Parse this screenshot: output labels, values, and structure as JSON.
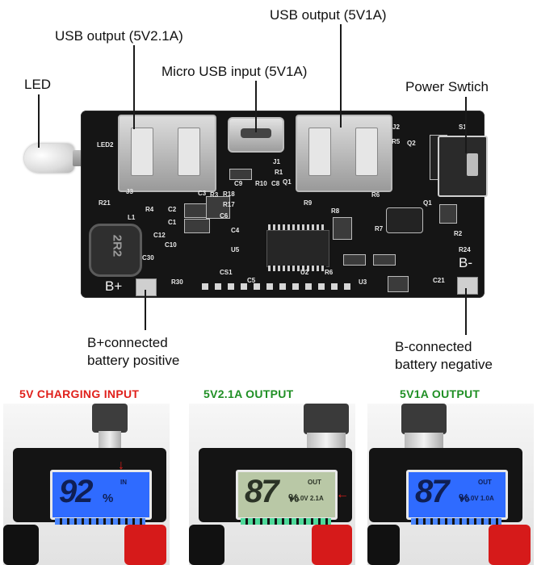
{
  "callouts": {
    "usb_out_left": "USB output (5V2.1A)",
    "usb_out_right": "USB output (5V1A)",
    "micro_usb_input": "Micro USB input (5V1A)",
    "led": "LED",
    "power_switch": "Power Swtich",
    "b_plus_line1": "B+connected",
    "b_plus_line2": "battery positive",
    "b_minus_line1": "B-connected",
    "b_minus_line2": "battery negative"
  },
  "board": {
    "big_labels": {
      "b_plus": "B+",
      "b_minus": "B-"
    },
    "silkscreen": [
      "LED2",
      "J3",
      "J1",
      "J2",
      "S1",
      "R5",
      "Q2",
      "R1",
      "R10",
      "C8",
      "Q1",
      "R18",
      "R17",
      "C3",
      "C2",
      "C1",
      "C6",
      "C4",
      "C12",
      "C10",
      "C30",
      "R4",
      "R8",
      "R7",
      "R6",
      "R6",
      "U2",
      "U3",
      "U5",
      "L1",
      "R30",
      "C5",
      "CS1",
      "R21",
      "R24",
      "R2",
      "C21",
      "Q1",
      "C9",
      "R3",
      "R9"
    ],
    "inductor_marking": "2R2"
  },
  "sections": [
    {
      "title": "5V CHARGING INPUT",
      "title_color": "#e0201b",
      "display": {
        "value": "92",
        "unit": "%",
        "indicator": "IN",
        "readout": "",
        "backlight": "#2f6bff"
      }
    },
    {
      "title": "5V2.1A OUTPUT",
      "title_color": "#1f8f24",
      "display": {
        "value": "87",
        "unit": "%",
        "indicator": "OUT",
        "readout": "▶5.0V 2.1A",
        "backlight": "#b9c8a6"
      }
    },
    {
      "title": "5V1A OUTPUT",
      "title_color": "#1f8f24",
      "display": {
        "value": "87",
        "unit": "%",
        "indicator": "OUT",
        "readout": "▶5.0V 1.0A",
        "backlight": "#2f6bff"
      }
    }
  ],
  "colors": {
    "pcb": "#151515",
    "wire_red": "#d61a1a",
    "wire_black": "#111111"
  }
}
